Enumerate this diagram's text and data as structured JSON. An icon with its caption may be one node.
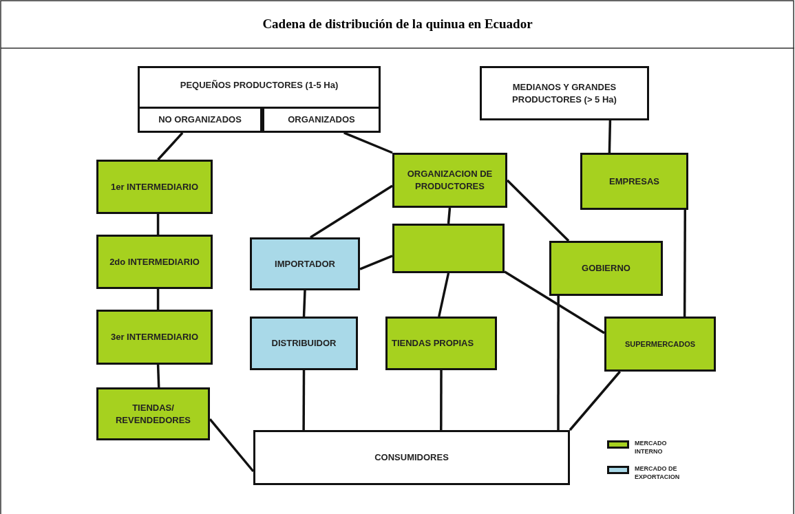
{
  "diagram": {
    "title": "Cadena de distribución de la quinua en Ecuador",
    "nodes": [
      {
        "text": [
          "PEQUEÑOS PRODUCTORES (1-5 Ha)"
        ]
      },
      {
        "text": [
          "NO ORGANIZADOS"
        ],
        "in": 0
      },
      {
        "text": [
          "ORGANIZADOS"
        ],
        "in": 0
      },
      {
        "text": [
          "MEDIANOS Y GRANDES PRODUCTORES (> 5 Ha)"
        ]
      },
      {
        "text": [
          "1er INTERMEDIARIO"
        ]
      },
      {
        "text": [
          "ORGANIZACION DE PRODUCTORES"
        ]
      },
      {
        "text": [
          "EMPRESAS"
        ]
      },
      {
        "text": [
          "2do INTERMEDIARIO"
        ]
      },
      {
        "text": [
          "IMPORTADOR"
        ]
      },
      {
        "text": [],
        "shape": "box"
      },
      {
        "text": [
          "GOBIERNO"
        ]
      },
      {
        "text": [
          "3er INTERMEDIARIO"
        ]
      },
      {
        "text": [
          "DISTRIBUIDOR"
        ]
      },
      {
        "text": [
          "TIENDAS PROPIAS"
        ]
      },
      {
        "text": [
          "SUPERMERCADOS"
        ]
      },
      {
        "text": [
          "TIENDAS/ REVENDEDORES"
        ]
      },
      {
        "text": [
          "CONSUMIDORES"
        ]
      }
    ],
    "edges": [
      {
        "from": 1,
        "to": 4,
        "arrow": "none"
      },
      {
        "from": 2,
        "to": 5,
        "arrow": "none"
      },
      {
        "from": 3,
        "to": 6,
        "arrow": "none"
      },
      {
        "from": 4,
        "to": 7,
        "arrow": "none"
      },
      {
        "from": 7,
        "to": 11,
        "arrow": "none"
      },
      {
        "from": 11,
        "to": 15,
        "arrow": "none"
      },
      {
        "from": 15,
        "to": 16,
        "arrow": "none"
      },
      {
        "from": 5,
        "to": 8,
        "arrow": "none"
      },
      {
        "from": 5,
        "to": 9,
        "arrow": "none"
      },
      {
        "from": 5,
        "to": 10,
        "arrow": "none"
      },
      {
        "from": 8,
        "to": 9,
        "arrow": "none"
      },
      {
        "from": 8,
        "to": 12,
        "arrow": "none"
      },
      {
        "from": 9,
        "to": 13,
        "arrow": "none"
      },
      {
        "from": 9,
        "to": 14,
        "arrow": "none"
      },
      {
        "from": 6,
        "to": 14,
        "arrow": "none"
      },
      {
        "from": 10,
        "to": 16,
        "arrow": "none"
      },
      {
        "from": 12,
        "to": 16,
        "arrow": "none"
      },
      {
        "from": 13,
        "to": 16,
        "arrow": "none"
      },
      {
        "from": 14,
        "to": 16,
        "arrow": "none"
      }
    ],
    "legend": [
      {
        "text": "MERCADO INTERNO",
        "color": "#a6d11f"
      },
      {
        "text": "MERCADO DE EXPORTACION",
        "color": "#a9d9e8"
      }
    ]
  }
}
